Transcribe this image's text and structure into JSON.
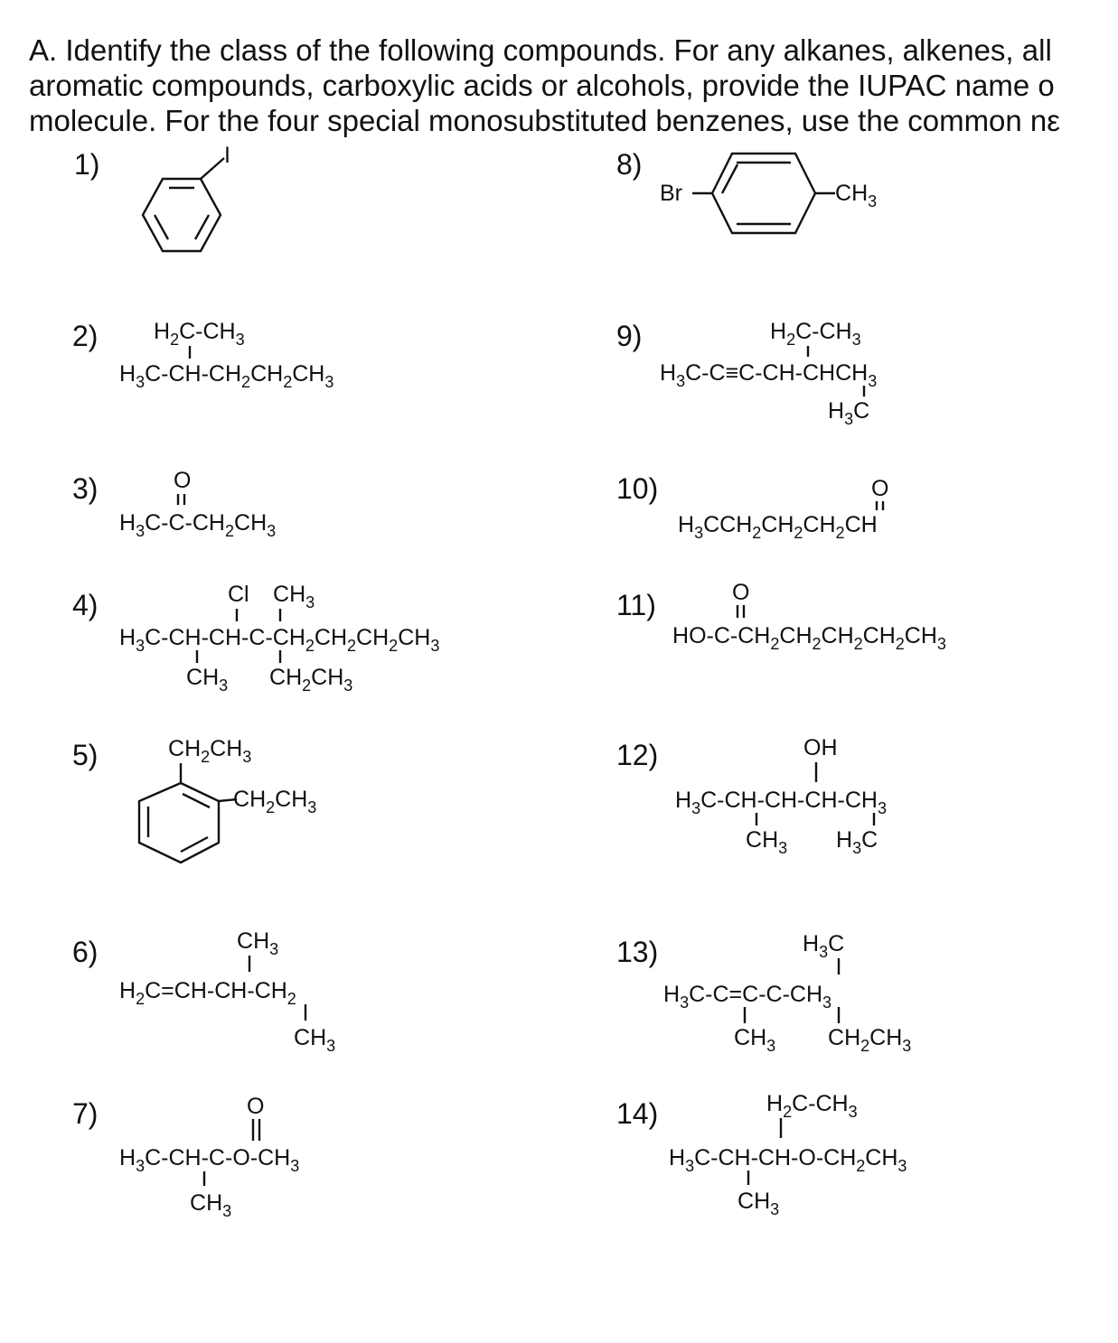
{
  "instructions": {
    "line1": "A. Identify the class of the following compounds. For any alkanes, alkenes, all",
    "line2": "aromatic compounds, carboxylic acids or alcohols, provide the IUPAC name o",
    "line3": "molecule. For the four special monosubstituted benzenes, use the common nε"
  },
  "compounds": [
    {
      "number": "1)",
      "atoms": {
        "i": "I"
      }
    },
    {
      "number": "2)",
      "atoms": {
        "top": "H2C-CH3",
        "main": "H3C-CH-CH2CH2CH3"
      }
    },
    {
      "number": "3)",
      "atoms": {
        "o": "O",
        "main": "H3C-C-CH2CH3"
      }
    },
    {
      "number": "4)",
      "atoms": {
        "cl": "Cl",
        "ch3top": "CH3",
        "main": "H3C-CH-CH-C-CH2CH2CH2CH3",
        "ch3bot": "CH3",
        "ethbot": "CH2CH3"
      }
    },
    {
      "number": "5)",
      "atoms": {
        "sub1": "CH2CH3",
        "sub2": "CH2CH3"
      }
    },
    {
      "number": "6)",
      "atoms": {
        "top": "CH3",
        "main": "H2C=CH-CH-CH2",
        "bot": "CH3"
      }
    },
    {
      "number": "7)",
      "atoms": {
        "o": "O",
        "main": "H3C-CH-C-O-CH3",
        "bot": "CH3"
      }
    },
    {
      "number": "8)",
      "atoms": {
        "br": "Br",
        "ch3": "CH3"
      }
    },
    {
      "number": "9)",
      "atoms": {
        "top": "H2C-CH3",
        "main": "H3C-C≡C-CH-CHCH3",
        "bot": "H3C"
      }
    },
    {
      "number": "10)",
      "atoms": {
        "o": "O",
        "main": "H3CCH2CH2CH2CH"
      }
    },
    {
      "number": "11)",
      "atoms": {
        "o": "O",
        "main": "HO-C-CH2CH2CH2CH2CH3"
      }
    },
    {
      "number": "12)",
      "atoms": {
        "oh": "OH",
        "main": "H3C-CH-CH-CH-CH3",
        "bot1": "CH3",
        "bot2": "H3C"
      }
    },
    {
      "number": "13)",
      "atoms": {
        "top": "H3C",
        "main": "H3C-C=C-C-CH3",
        "bot1": "CH3",
        "bot2": "CH2CH3"
      }
    },
    {
      "number": "14)",
      "atoms": {
        "top": "H2C-CH3",
        "main": "H3C-CH-CH-O-CH2CH3",
        "bot": "CH3"
      }
    }
  ]
}
